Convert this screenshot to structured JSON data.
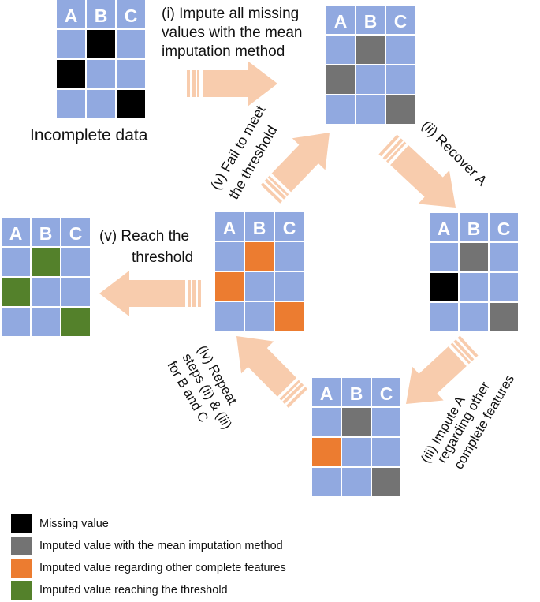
{
  "colors": {
    "header": "#91a9e0",
    "cell": "#91a9e0",
    "missing": "#000000",
    "mean": "#737373",
    "regard": "#ec7c30",
    "threshold": "#54812b",
    "arrow": "#f8ccad"
  },
  "headers": [
    "A",
    "B",
    "C"
  ],
  "labels": {
    "incomplete": "Incomplete data",
    "step1_line1": "(i) Impute all missing",
    "step1_line2": "values with the mean",
    "step1_line3": "imputation method",
    "step2": "(ii) Recover A",
    "step3_line1": "(iii) Impute A",
    "step3_line2": "regarding other",
    "step3_line3": "complete features",
    "step4_line1": "(iv) Repeat",
    "step4_line2": "steps (ii) & (iii)",
    "step4_line3": "for B and C",
    "fail_line1": "(v) Fail to meet",
    "fail_line2": "the threshold",
    "reach_line1": "(v) Reach the",
    "reach_line2": "threshold"
  },
  "grids": [
    {
      "id": "incomplete",
      "cells": [
        [
          "c",
          "missing",
          "c"
        ],
        [
          "missing",
          "c",
          "c"
        ],
        [
          "c",
          "c",
          "missing"
        ]
      ]
    },
    {
      "id": "mean-imputed",
      "cells": [
        [
          "c",
          "mean",
          "c"
        ],
        [
          "mean",
          "c",
          "c"
        ],
        [
          "c",
          "c",
          "mean"
        ]
      ]
    },
    {
      "id": "recover-a",
      "cells": [
        [
          "c",
          "mean",
          "c"
        ],
        [
          "missing",
          "c",
          "c"
        ],
        [
          "c",
          "c",
          "mean"
        ]
      ]
    },
    {
      "id": "impute-a",
      "cells": [
        [
          "c",
          "mean",
          "c"
        ],
        [
          "regard",
          "c",
          "c"
        ],
        [
          "c",
          "c",
          "mean"
        ]
      ]
    },
    {
      "id": "center",
      "cells": [
        [
          "c",
          "regard",
          "c"
        ],
        [
          "regard",
          "c",
          "c"
        ],
        [
          "c",
          "c",
          "regard"
        ]
      ]
    },
    {
      "id": "final",
      "cells": [
        [
          "c",
          "threshold",
          "c"
        ],
        [
          "threshold",
          "c",
          "c"
        ],
        [
          "c",
          "c",
          "threshold"
        ]
      ]
    }
  ],
  "legend": [
    {
      "color": "#000000",
      "label": "Missing value"
    },
    {
      "color": "#737373",
      "label": "Imputed value with the mean imputation method"
    },
    {
      "color": "#ec7c30",
      "label": "Imputed value regarding other complete features"
    },
    {
      "color": "#54812b",
      "label": "Imputed value reaching the threshold"
    }
  ]
}
